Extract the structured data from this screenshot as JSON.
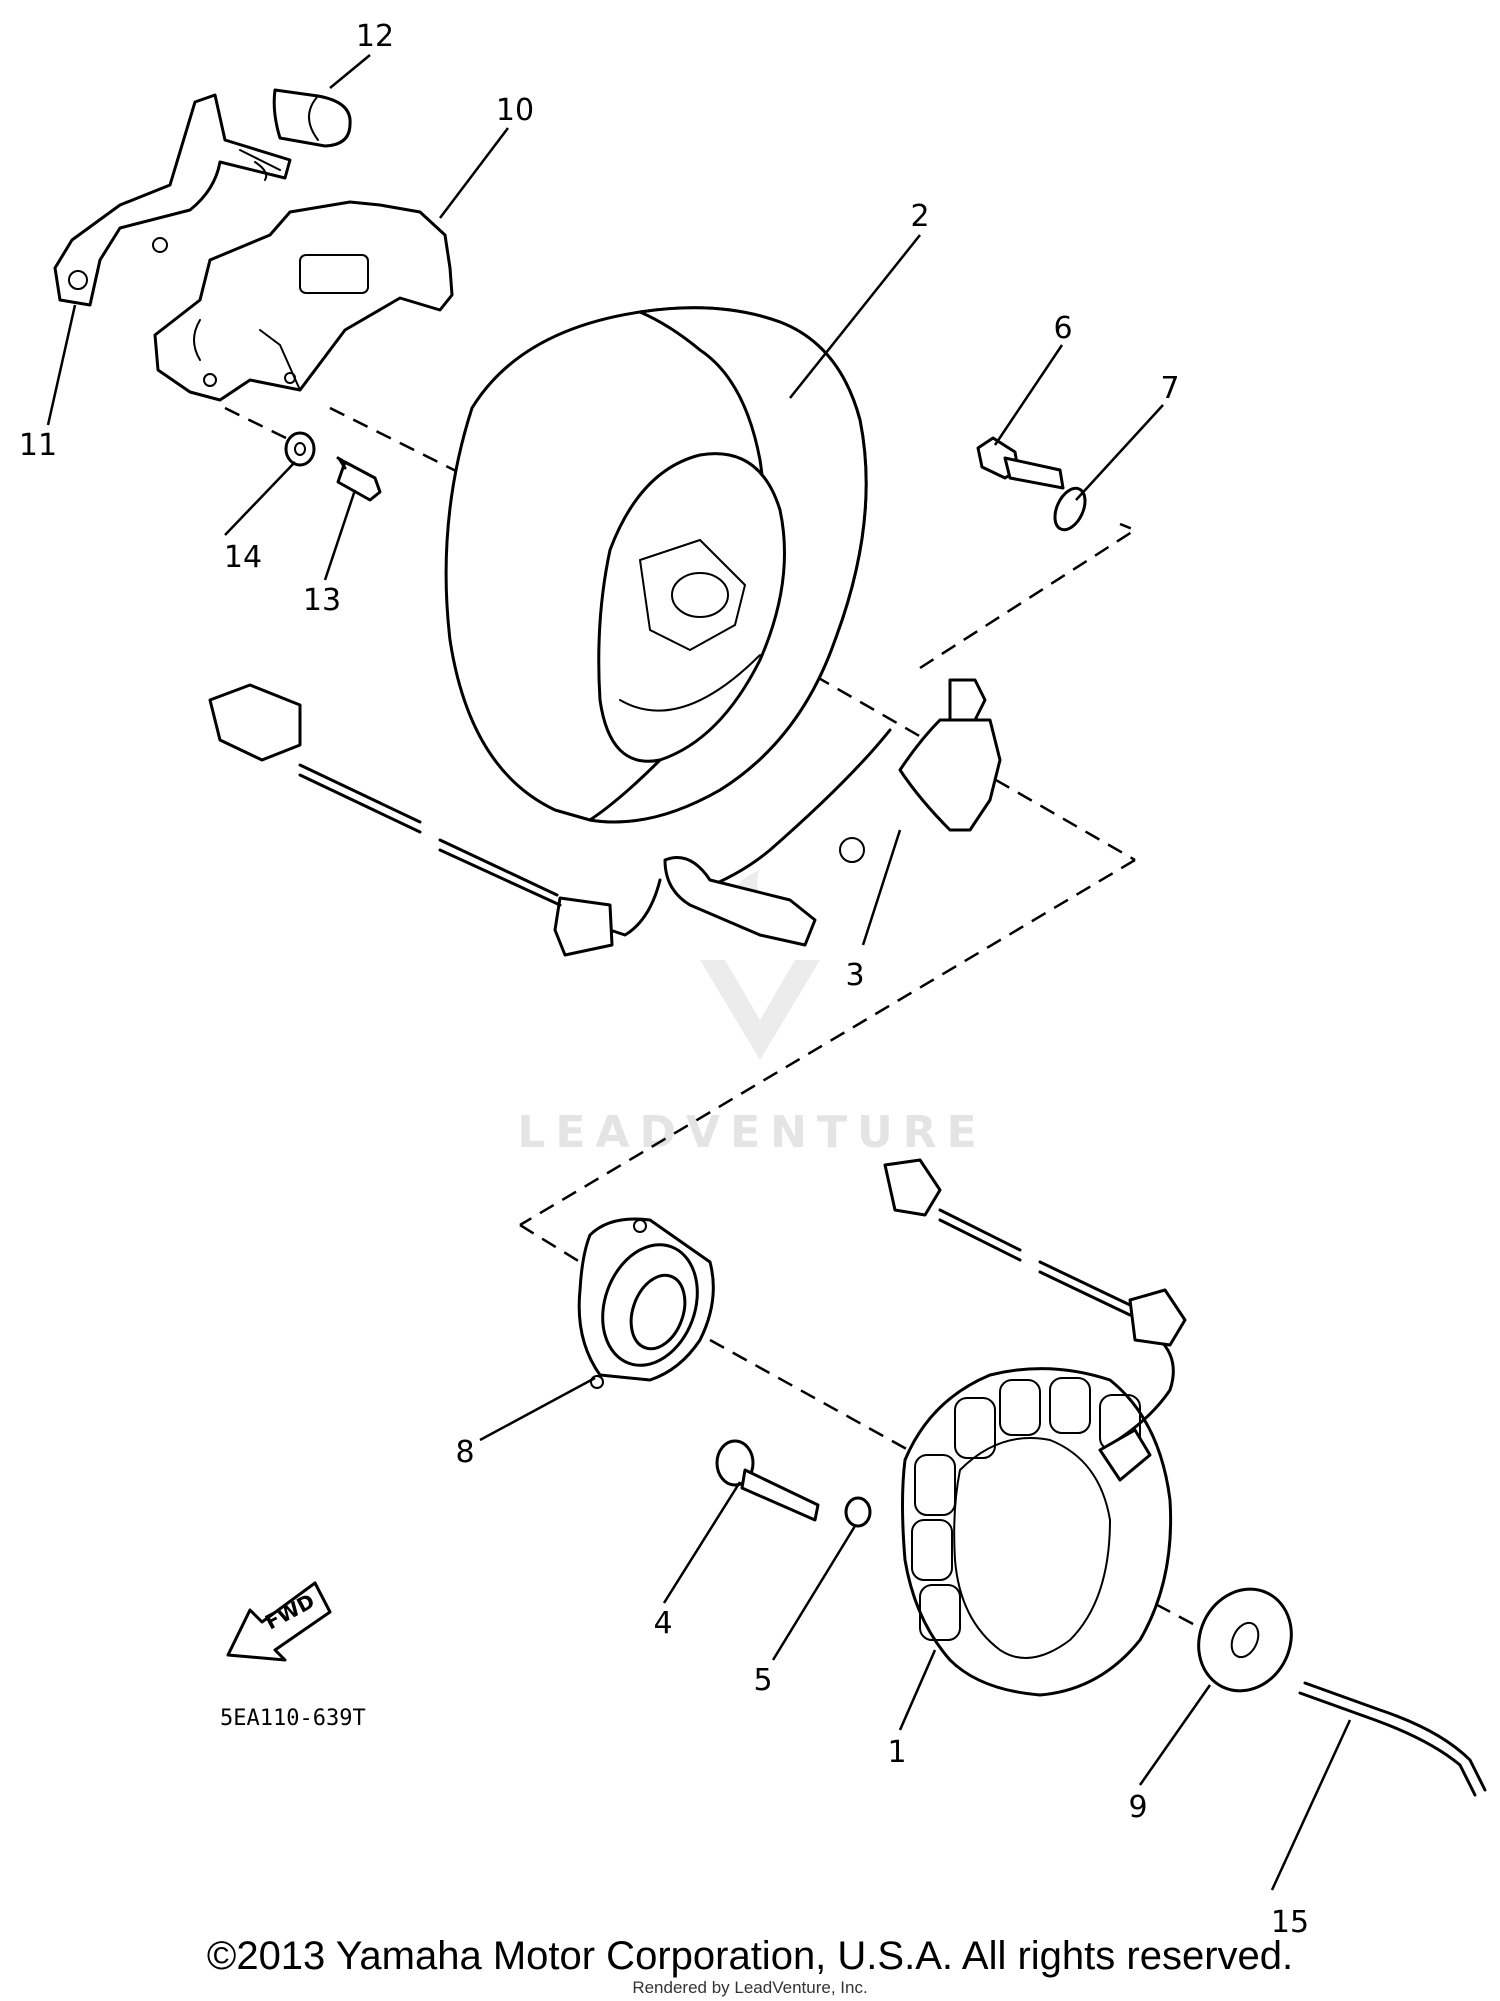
{
  "callouts": {
    "c1": "1",
    "c2": "2",
    "c3": "3",
    "c4": "4",
    "c5": "5",
    "c6": "6",
    "c7": "7",
    "c8": "8",
    "c9": "9",
    "c10": "10",
    "c11": "11",
    "c12": "12",
    "c13": "13",
    "c14": "14",
    "c15": "15"
  },
  "fwd_label": "FWD",
  "diagram_code": "5EA110-639T",
  "watermark": "LEADVENTURE",
  "copyright": "©2013 Yamaha Motor Corporation, U.S.A. All rights reserved.",
  "rendered_by": "Rendered by LeadVenture, Inc."
}
